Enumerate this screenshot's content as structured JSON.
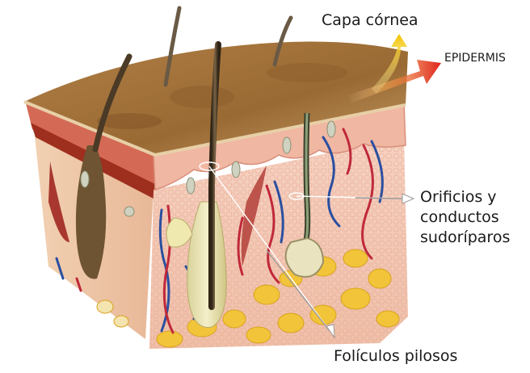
{
  "labels": {
    "capa_cornea": "Capa córnea",
    "epidermis": "EPIDERMIS",
    "orificios_line1": "Orificios y",
    "orificios_line2": "conductos",
    "orificios_line3": "sudoríparos",
    "foliculos": "Folículos pilosos"
  },
  "colors": {
    "capa_arrow": "#f2c300",
    "epidermis_arrow": "#e0231b",
    "skin_surface": "#a9773c",
    "dermis": "#f3c9b7",
    "fat": "#f2c43a",
    "leader": "#9a9a9a"
  }
}
